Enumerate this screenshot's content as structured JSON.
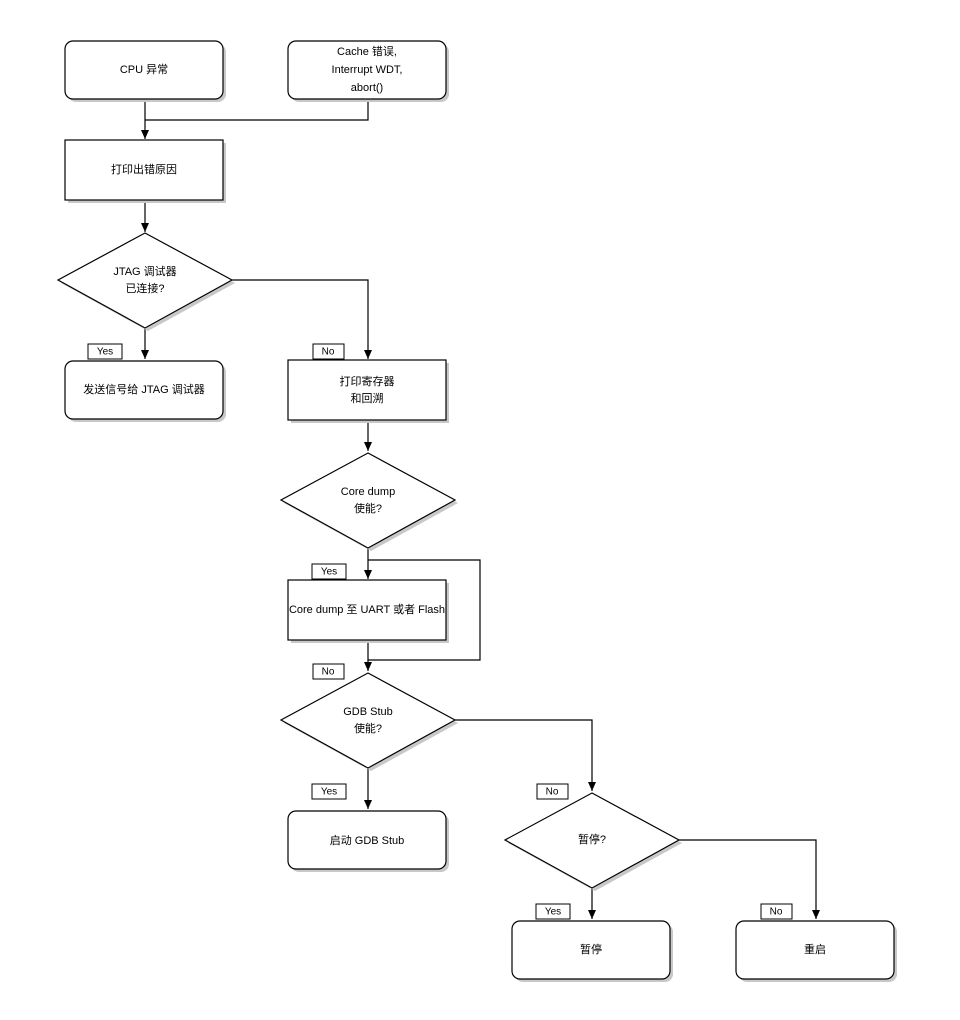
{
  "nodes": {
    "cpu_exception": "CPU 异常",
    "cache_error": [
      "Cache 错误,",
      "Interrupt WDT,",
      "abort()"
    ],
    "print_reason": "打印出错原因",
    "jtag_connected": [
      "JTAG 调试器",
      "已连接?"
    ],
    "send_signal": "发送信号给 JTAG 调试器",
    "print_registers": [
      "打印寄存器",
      "和回溯"
    ],
    "core_dump_enabled": [
      "Core dump",
      "使能?"
    ],
    "core_dump_to": "Core dump 至 UART 或者 Flash",
    "gdb_stub_enabled": [
      "GDB Stub",
      "使能?"
    ],
    "start_gdb_stub": "启动 GDB Stub",
    "halt_question": "暂停?",
    "halt": "暂停",
    "restart": "重启"
  },
  "edge_labels": {
    "jtag_yes": "Yes",
    "jtag_no": "No",
    "core_yes": "Yes",
    "core_no": "No",
    "gdb_yes": "Yes",
    "gdb_no": "No",
    "halt_yes": "Yes",
    "halt_no": "No"
  }
}
